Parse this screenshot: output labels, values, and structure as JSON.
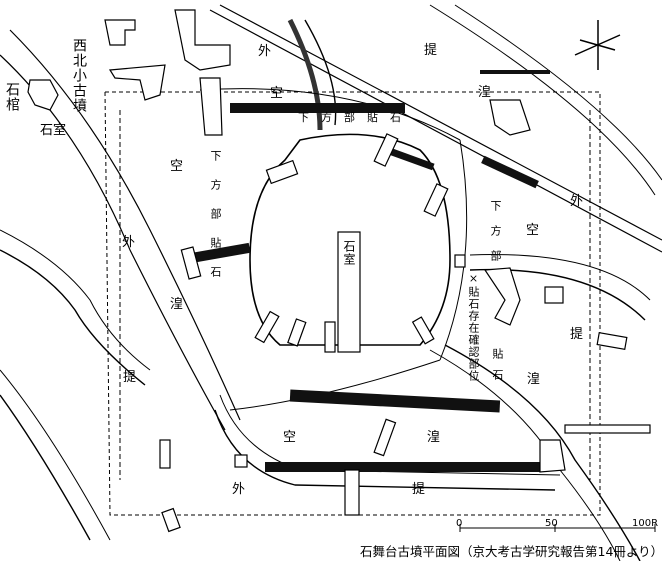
{
  "map": {
    "west_tomb_label": "西北小古墳",
    "stone_coffin": "石棺",
    "stone_chamber_west": "石室",
    "stone_chamber_center": "石室",
    "lower_paving_top": "下方部貼石",
    "lower_paving_left": "下方部貼石",
    "lower_paving_right": "下方部",
    "paving_survival": "×貼石存在確認部位",
    "paving_right": "貼石",
    "outer_moat": [
      "外",
      "空"
    ],
    "outer_moat_left": [
      "空",
      "外"
    ],
    "moat_left": "湟",
    "dike_left": "提",
    "dike_top": "提",
    "moat_top": "湟",
    "outer_right": "外",
    "moat_right_empty": "空",
    "dike_right": "提",
    "moat_right": "湟",
    "bottom_empty": "空",
    "bottom_moat": "湟",
    "bottom_outer": "外",
    "bottom_dike": "提"
  },
  "scale": {
    "zero": "0",
    "mid": "50",
    "end": "100R"
  },
  "caption": "石舞台古墳平面図（京大考古学研究報告第14冊より）"
}
